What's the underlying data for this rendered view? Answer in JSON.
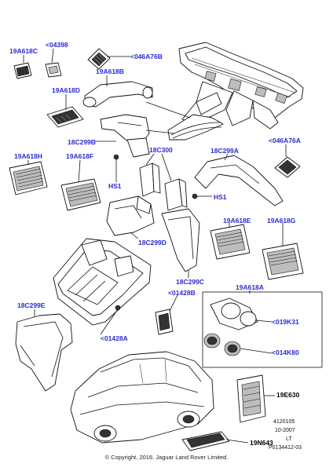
{
  "labels": {
    "l19A618C": "19A618C",
    "l04398": "<04398",
    "l046A76B": "<046A76B",
    "l19A618B": "19A618B",
    "l19A618D": "19A618D",
    "l18C299B": "18C299B",
    "l18C300": "18C300",
    "l18C299A": "18C299A",
    "l046A76A": "<046A76A",
    "l19A618H": "19A618H",
    "l19A618F": "19A618F",
    "lHS1a": "HS1",
    "lHS1b": "HS1",
    "l18C299D": "18C299D",
    "l19A618E": "19A618E",
    "l19A618G": "19A618G",
    "l18C299C": "18C299C",
    "l19A618A": "19A618A",
    "l01428B": "<01428B",
    "l019K31": "<019K31",
    "l18C299E": "18C299E",
    "l01428A": "<01428A",
    "l014K80": "<014K80",
    "l19E630": "19E630",
    "l19N643": "19N643"
  },
  "meta": {
    "code1": "4120105",
    "date": "10-2007",
    "region": "LT",
    "ref": "P0134412-03"
  },
  "copyright": "© Copyright, 2016. Jaguar Land Rover Limited."
}
